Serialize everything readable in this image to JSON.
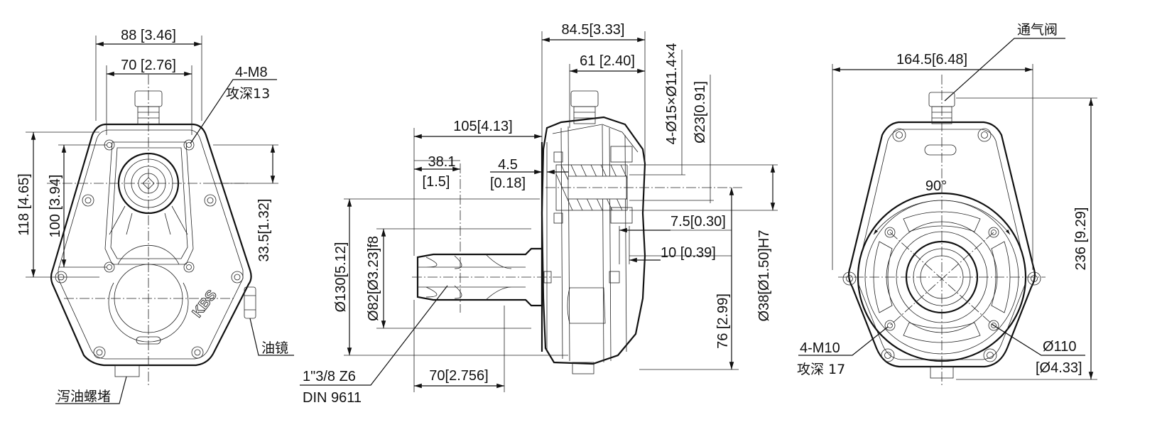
{
  "front_view": {
    "width_outer": "88 [3.46]",
    "width_bolt": "70 [2.76]",
    "thread_callout": "4-M8",
    "thread_depth": "攻深13",
    "height_outer": "118 [4.65]",
    "height_bolt": "100 [3.94]",
    "center_offset": "33.5[1.32]",
    "sight_glass": "油镜",
    "drain_plug": "泻油螺堵",
    "logo": "KBS"
  },
  "side_view": {
    "body_length": "84.5[3.33]",
    "flange_length": "61 [2.40]",
    "bore_holes": "4-Ø15×Ø11.4×4",
    "bore_dia": "Ø23[0.91]",
    "shaft_to_flange": "105[4.13]",
    "spline_length": "38.1",
    "spline_length_in": "[1.5]",
    "flange_thickness": "4.5",
    "flange_thickness_in": "[0.18]",
    "dim_7_5": "7.5[0.30]",
    "dim_10": "10 [0.39]",
    "flange_dia": "Ø130[5.12]",
    "pilot_dia": "Ø82[Ø3.23]f8",
    "bore_dia_h7": "Ø38[Ø1.50]H7",
    "dim_76": "76 [2.99]",
    "shaft_length": "70[2.756]",
    "spline_spec": "1\"3/8 Z6",
    "spline_standard": "DIN 9611"
  },
  "rear_view": {
    "breather": "通气阀",
    "width": "164.5[6.48]",
    "angle": "90°",
    "height": "236 [9.29]",
    "thread_callout": "4-M10",
    "thread_depth": "攻深 17",
    "pcd": "Ø110",
    "pcd_in": "[Ø4.33]"
  }
}
